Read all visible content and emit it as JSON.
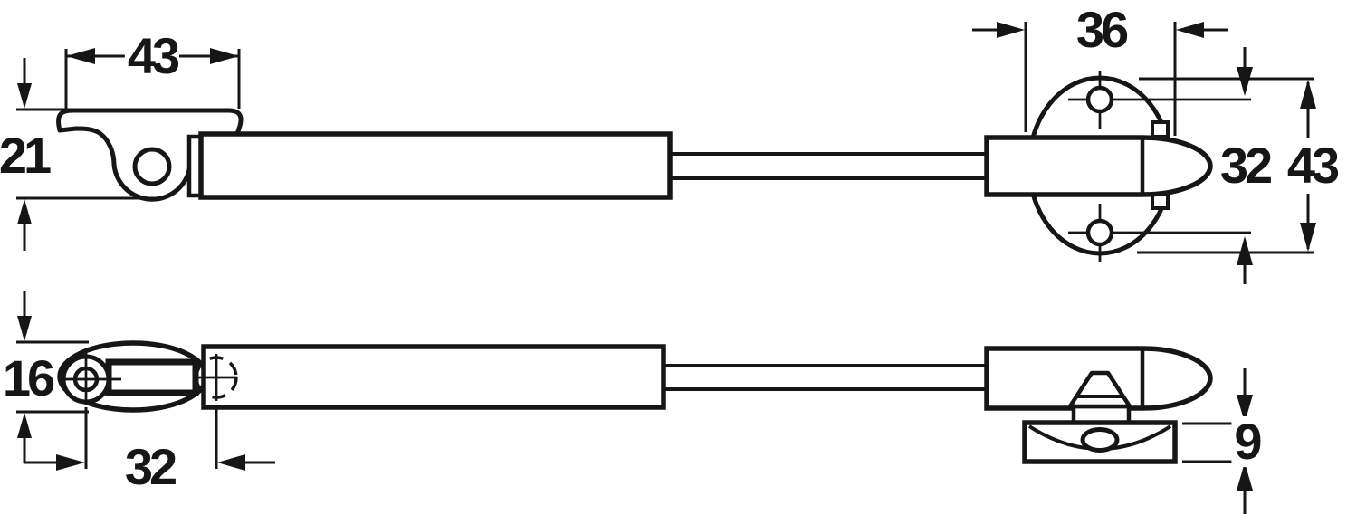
{
  "drawing": {
    "title": "gas-strut-lid-stay-dimension-drawing",
    "colors": {
      "ink": "#161616",
      "background": "#ffffff"
    },
    "top_view": {
      "dims": {
        "bracket_width": "43",
        "bracket_height": "21",
        "plate_width": "36",
        "hole_spacing": "32",
        "plate_height": "43"
      }
    },
    "bottom_view": {
      "dims": {
        "eye_height": "16",
        "pivot_offset": "32",
        "base_thickness": "9"
      }
    }
  }
}
